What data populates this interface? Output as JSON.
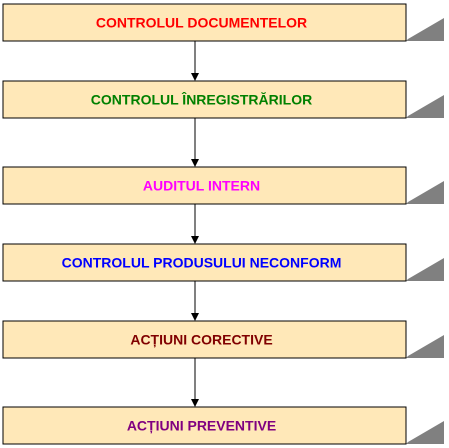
{
  "steps": [
    {
      "label": "CONTROLUL DOCUMENTELOR",
      "color": "#ff0000"
    },
    {
      "label": "CONTROLUL ÎNREGISTRĂRILOR",
      "color": "#008000"
    },
    {
      "label": "AUDITUL INTERN",
      "color": "#ff00ff"
    },
    {
      "label": "CONTROLUL PRODUSULUI NECONFORM",
      "color": "#0000ff"
    },
    {
      "label": "ACȚIUNI CORECTIVE",
      "color": "#800000"
    },
    {
      "label": "ACȚIUNI PREVENTIVE",
      "color": "#800080"
    }
  ],
  "colors": {
    "box_fill": "#ffe8b8",
    "box_border": "#000000",
    "shadow": "#808080",
    "arrow": "#000000"
  }
}
